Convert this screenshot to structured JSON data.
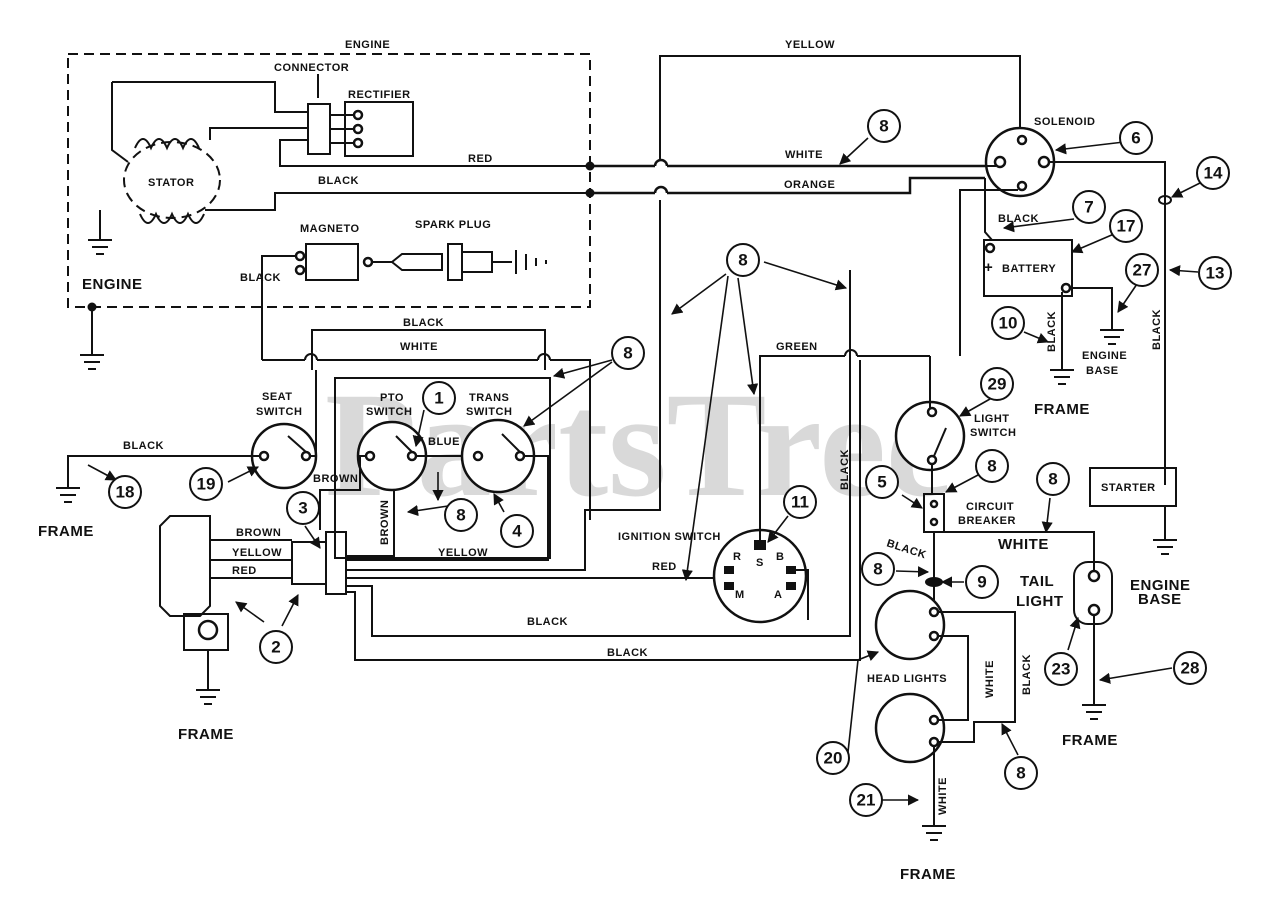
{
  "watermark": "PartsTree",
  "wire_labels": {
    "engine_top": "ENGINE",
    "yellow_top": "YELLOW",
    "red": "RED",
    "black_stator": "BLACK",
    "white_main": "WHITE",
    "orange": "ORANGE",
    "black_magneto": "BLACK",
    "black_harness": "BLACK",
    "white_harness": "WHITE",
    "black_seat": "BLACK",
    "brown_pto": "BROWN",
    "blue": "BLUE",
    "brown_vertical": "BROWN",
    "brown_reg": "BROWN",
    "yellow_reg": "YELLOW",
    "red_reg": "RED",
    "yellow_bottom": "YELLOW",
    "green": "GREEN",
    "red_ign": "RED",
    "black_bottom1": "BLACK",
    "black_bottom2": "BLACK",
    "black_vertical": "BLACK",
    "black_battery": "BLACK",
    "black_10": "BLACK",
    "black_13": "BLACK",
    "black_breaker": "BLACK",
    "white_tail": "WHITE",
    "white_head": "WHITE",
    "black_head": "BLACK",
    "white_ground": "WHITE"
  },
  "component_labels": {
    "connector": "CONNECTOR",
    "rectifier": "RECTIFIER",
    "stator": "STATOR",
    "magneto": "MAGNETO",
    "spark_plug": "SPARK PLUG",
    "engine_ground": "ENGINE",
    "seat_switch": "SEAT SWITCH",
    "pto_switch": "PTO SWITCH",
    "trans_switch": "TRANS SWITCH",
    "ignition_switch": "IGNITION SWITCH",
    "solenoid": "SOLENOID",
    "battery": "BATTERY",
    "battery_plus": "+",
    "engine_base_1": "ENGINE BASE",
    "frame_battery": "FRAME",
    "light_switch": "LIGHT SWITCH",
    "circuit_breaker": "CIRCUIT BREAKER",
    "starter": "STARTER",
    "engine_base_2": "ENGINE BASE",
    "tail_light": "TAIL LIGHT",
    "head_lights": "HEAD LIGHTS",
    "frame_left": "FRAME",
    "frame_reg": "FRAME",
    "frame_tail": "FRAME",
    "frame_bottom": "FRAME"
  },
  "ignition_terminals": [
    "R",
    "S",
    "B",
    "M",
    "A"
  ],
  "callouts": [
    "1",
    "2",
    "3",
    "4",
    "5",
    "6",
    "7",
    "8",
    "8",
    "8",
    "8",
    "8",
    "8",
    "8",
    "8",
    "9",
    "10",
    "11",
    "13",
    "14",
    "17",
    "18",
    "19",
    "20",
    "21",
    "23",
    "27",
    "28",
    "29"
  ]
}
